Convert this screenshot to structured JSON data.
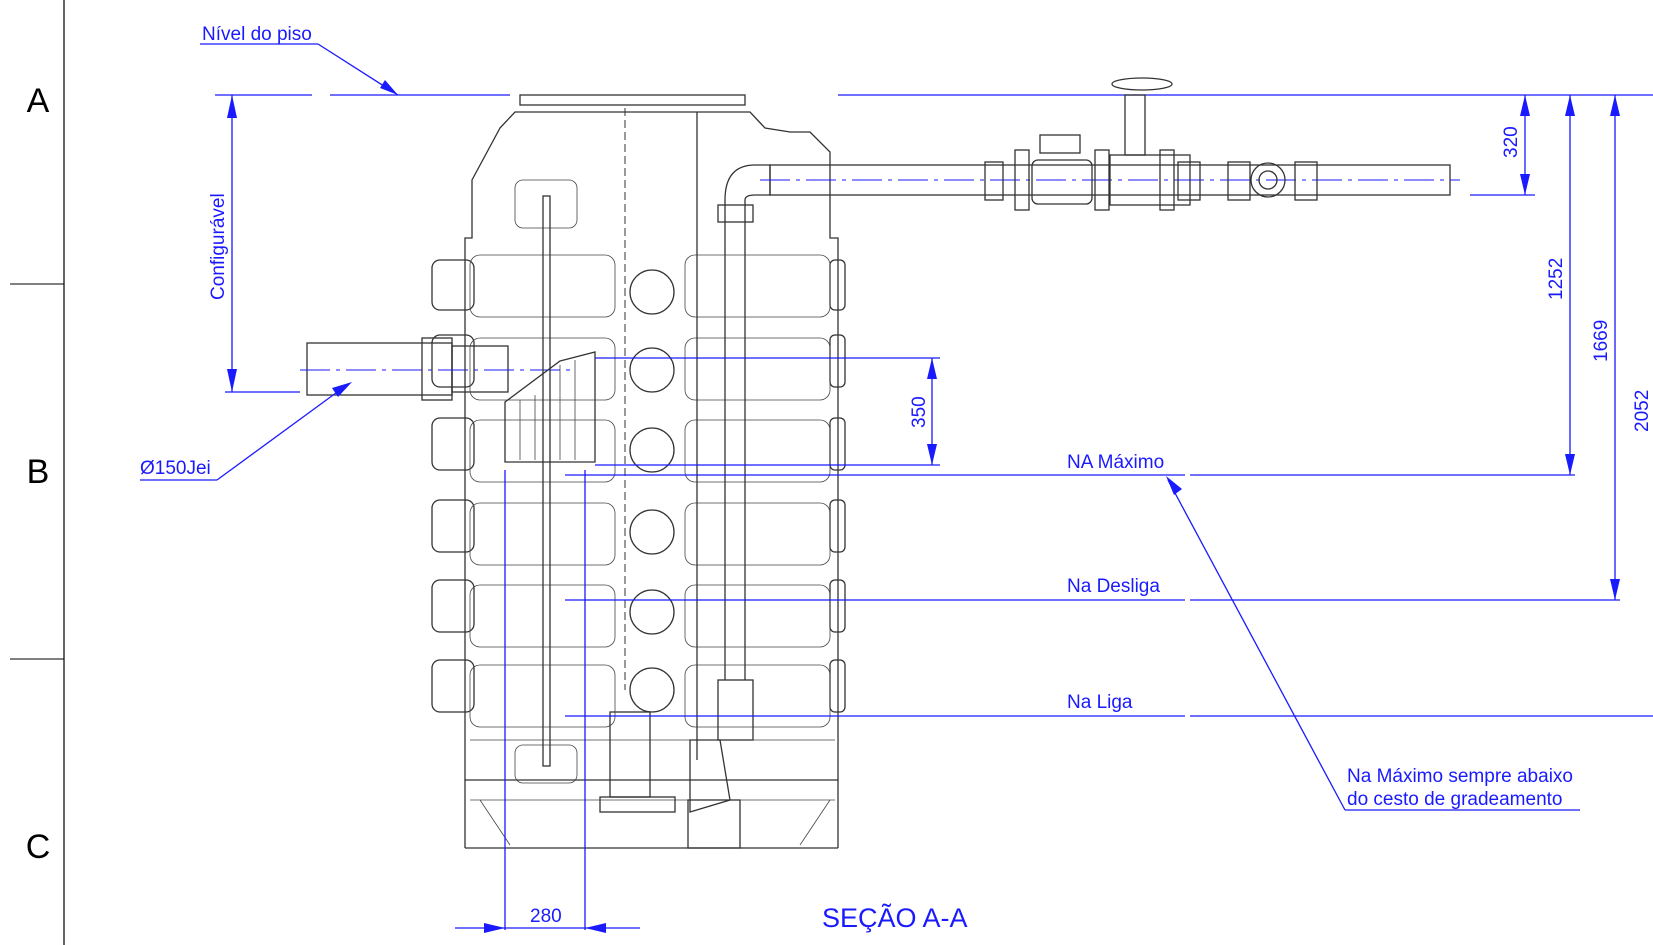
{
  "zones": [
    "A",
    "B",
    "C"
  ],
  "labels": {
    "floor_level": "Nível do piso",
    "configurable": "Configurável",
    "inlet_diameter": "Ø150Jei",
    "max_level": "NA Máximo",
    "off_level": "Na Desliga",
    "on_level": "Na Liga",
    "note_line1": "Na Máximo sempre abaixo",
    "note_line2": "do cesto de gradeamento",
    "section_title": "SEÇÃO A-A"
  },
  "dimensions": {
    "d320": "320",
    "d1252": "1252",
    "d1669": "1669",
    "d2052": "2052",
    "d350": "350",
    "d280": "280"
  },
  "colors": {
    "annotation": "#1a1aff",
    "linework": "#333333"
  }
}
